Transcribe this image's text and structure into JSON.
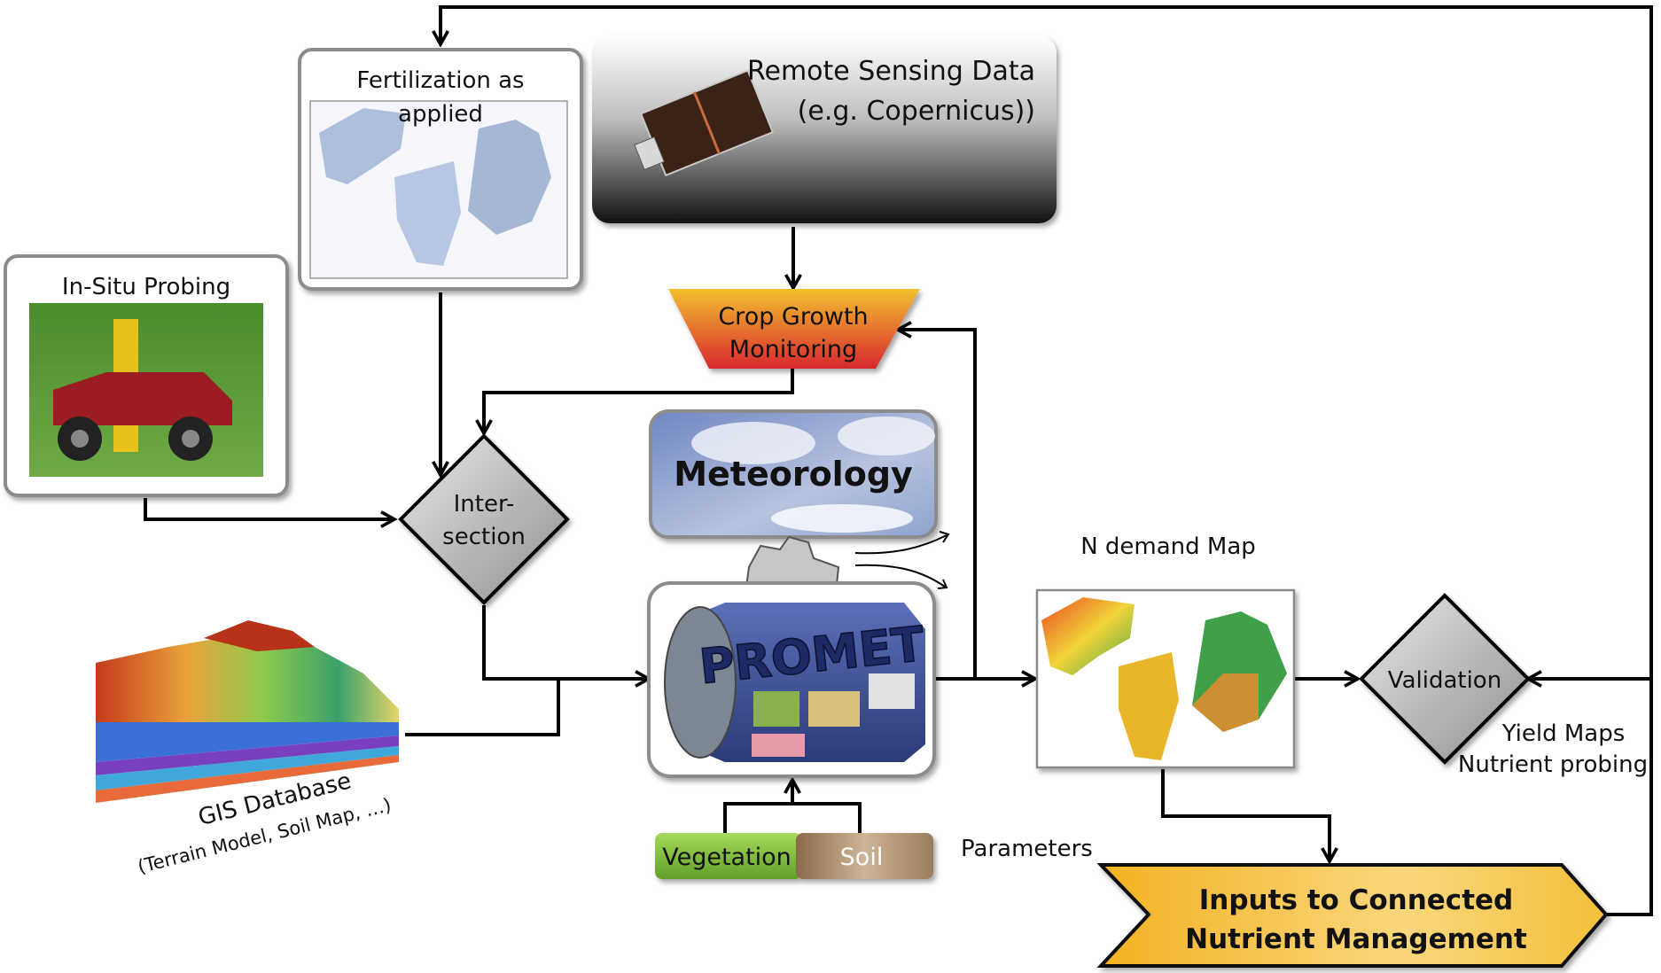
{
  "nodes": {
    "fertilization": {
      "line1": "Fertilization as",
      "line2": "applied"
    },
    "remote_sensing": {
      "line1": "Remote Sensing Data",
      "line2": "(e.g. Copernicus))"
    },
    "in_situ": {
      "label": "In-Situ Probing"
    },
    "crop_growth": {
      "line1": "Crop Growth",
      "line2": "Monitoring"
    },
    "meteorology": {
      "label": "Meteorology"
    },
    "intersection": {
      "line1": "Inter-",
      "line2": "section"
    },
    "promet": {
      "label": "PROMET"
    },
    "gis": {
      "line1": "GIS Database",
      "line2": "(Terrain Model, Soil Map, …)"
    },
    "vegetation": {
      "label": "Vegetation"
    },
    "soil": {
      "label": "Soil"
    },
    "parameters": {
      "label": "Parameters"
    },
    "n_demand": {
      "label": "N demand Map"
    },
    "validation": {
      "label": "Validation"
    },
    "validation_inputs": {
      "line1": "Yield Maps",
      "line2": "Nutrient probing"
    },
    "inputs_connected": {
      "line1": "Inputs to Connected",
      "line2": "Nutrient Management"
    }
  },
  "colors": {
    "box_border": "#8c8c8c",
    "crop_gradient_top": "#f2c02e",
    "crop_gradient_bottom": "#d8282e",
    "vegetation": "#7cbf3c",
    "soil": "#a98863",
    "inputs_fill": "#f6b93a",
    "diamond_fill": "#b9b9b9"
  }
}
